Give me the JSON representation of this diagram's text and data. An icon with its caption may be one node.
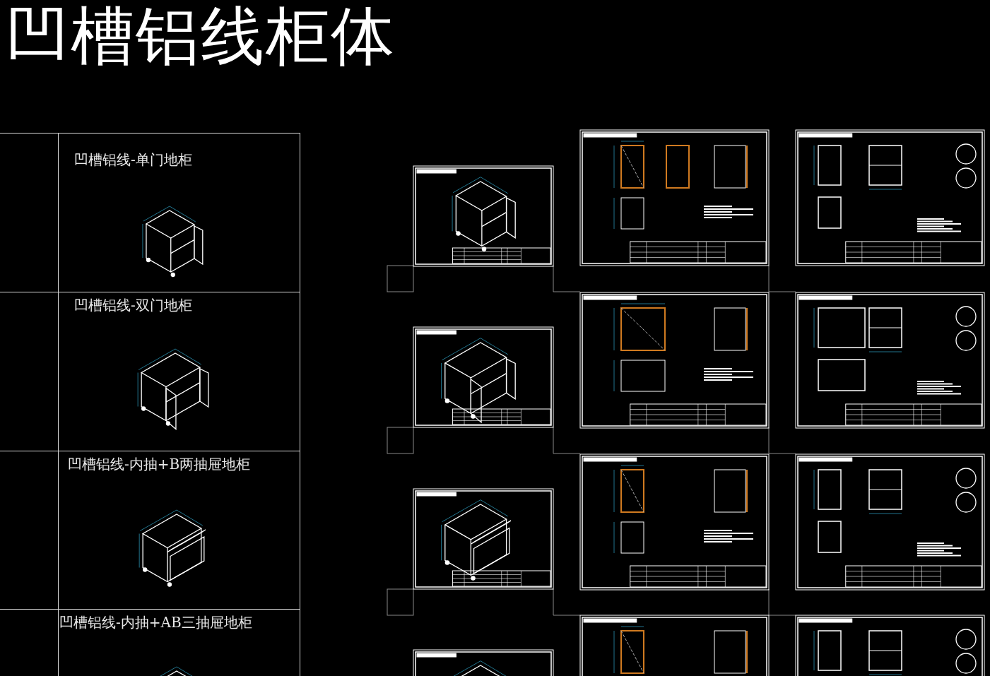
{
  "diagram": {
    "title": "凹槽铝线柜体",
    "nodes": [
      {
        "text": [
          "凹槽铝线-单门地柜"
        ]
      },
      {
        "text": [
          "凹槽铝线-双门地柜"
        ]
      },
      {
        "text": [
          "凹槽铝线-内抽+B两抽屉地柜"
        ]
      },
      {
        "text": [
          "凹槽铝线-内抽+AB三抽屉地柜"
        ]
      }
    ]
  }
}
